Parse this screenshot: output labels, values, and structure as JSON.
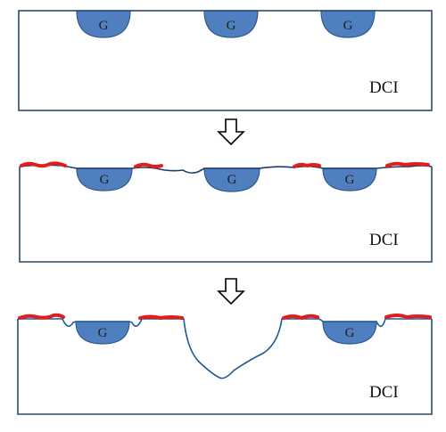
{
  "stages": [
    {
      "surface_label": "DCI",
      "grains": [
        {
          "label": "G"
        },
        {
          "label": "G"
        },
        {
          "label": "G"
        }
      ]
    },
    {
      "surface_label": "DCI",
      "grains": [
        {
          "label": "G"
        },
        {
          "label": "G"
        },
        {
          "label": "G"
        }
      ]
    },
    {
      "surface_label": "DCI",
      "grains": [
        {
          "label": "G"
        },
        {
          "label": "G"
        }
      ]
    }
  ],
  "colors": {
    "outline": "#2a4a6e",
    "grain_fill": "#4f7fbf",
    "grain_stroke": "#2f5a8f",
    "surface_line": "#1d3a6a",
    "deposit": "#e01e1e",
    "arrow": "#000000"
  }
}
